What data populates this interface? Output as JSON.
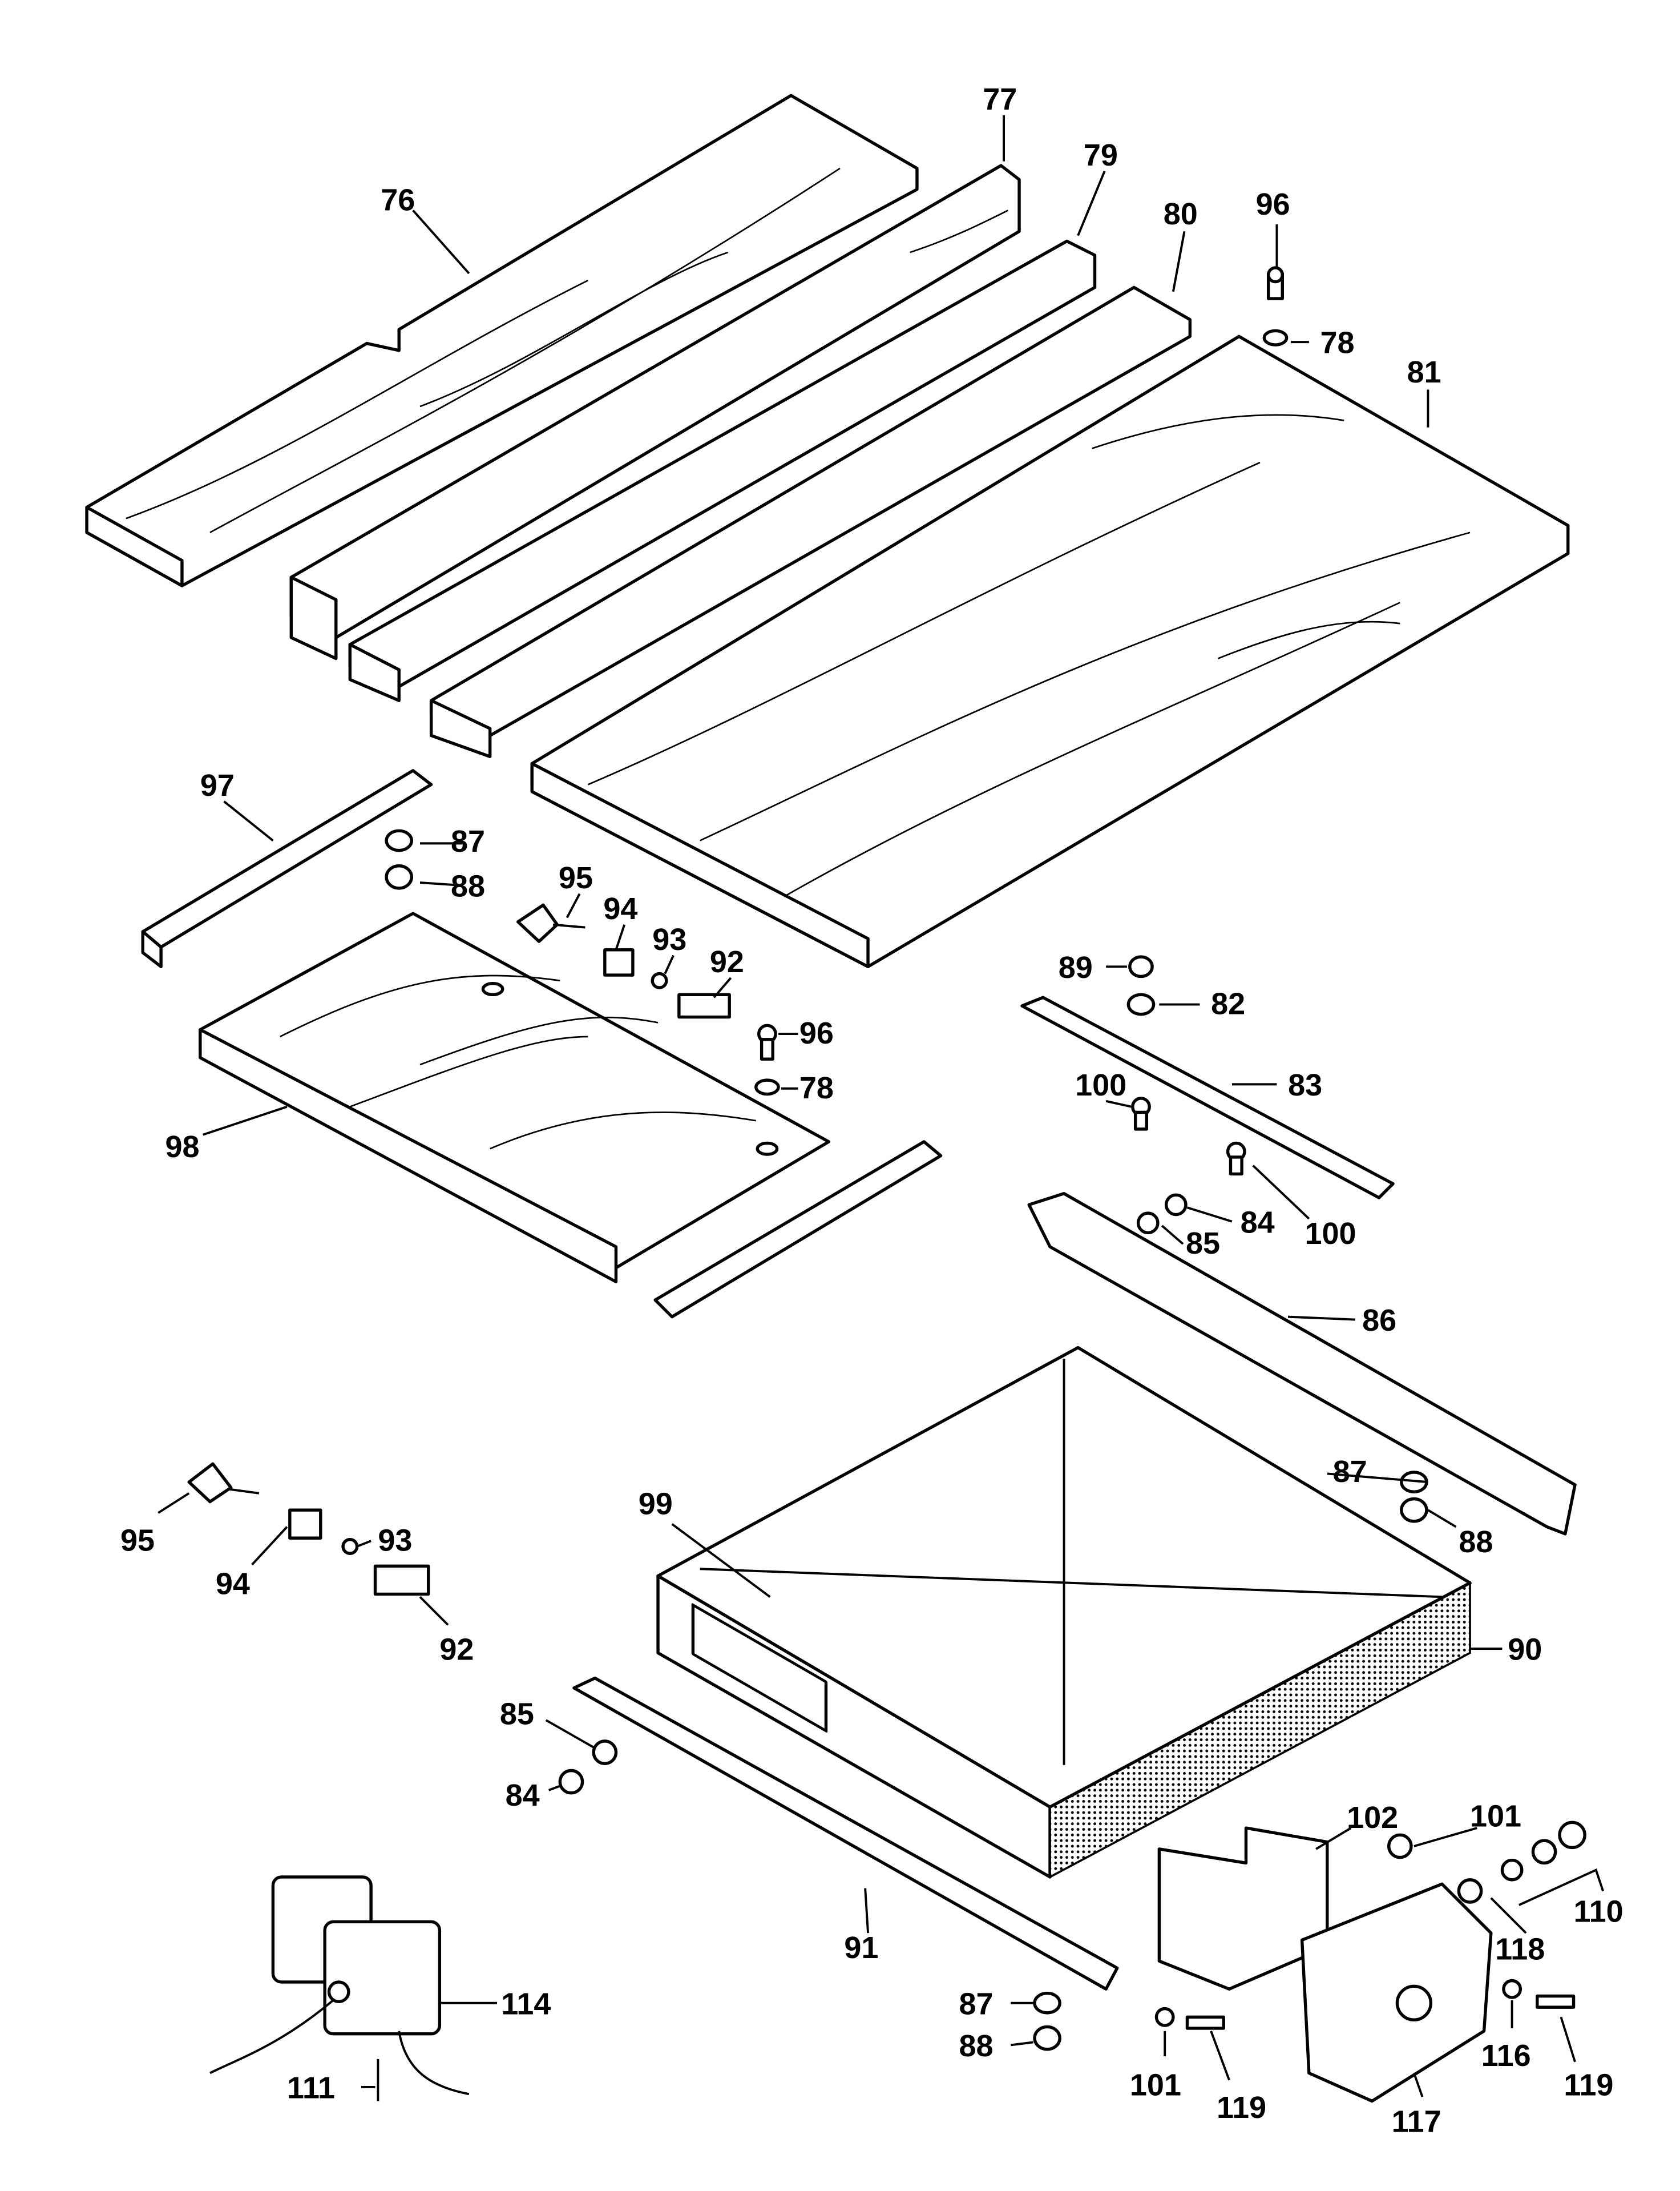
{
  "diagram": {
    "type": "exploded-parts-diagram",
    "callouts": [
      "76",
      "77",
      "79",
      "80",
      "96",
      "78",
      "81",
      "97",
      "87",
      "88",
      "95",
      "94",
      "93",
      "92",
      "96",
      "78",
      "98",
      "89",
      "82",
      "83",
      "100",
      "84",
      "85",
      "100",
      "86",
      "87",
      "88",
      "99",
      "95",
      "94",
      "93",
      "92",
      "90",
      "85",
      "84",
      "102",
      "101",
      "110",
      "118",
      "91",
      "114",
      "87",
      "88",
      "111",
      "101",
      "116",
      "119",
      "119",
      "117"
    ]
  }
}
